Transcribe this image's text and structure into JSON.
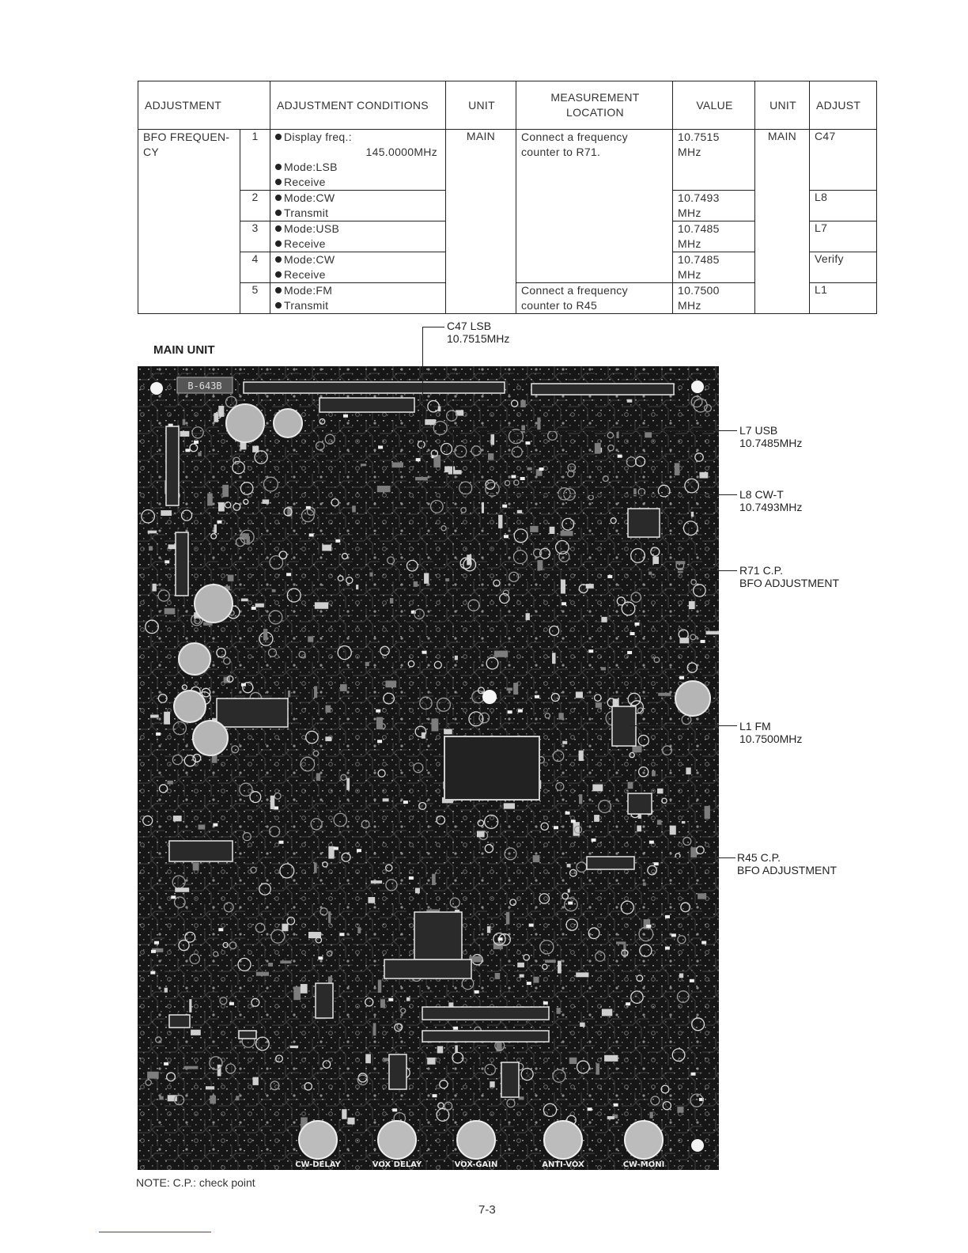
{
  "table": {
    "headers": {
      "adjustment": "ADJUSTMENT",
      "conditions": "ADJUSTMENT CONDITIONS",
      "unit": "UNIT",
      "measurement_line1": "MEASUREMENT",
      "measurement_line2": "LOCATION",
      "value": "VALUE",
      "unit2": "UNIT",
      "adjust": "ADJUST"
    },
    "adjustment_line1": "BFO FREQUEN-",
    "adjustment_line2": "CY",
    "unit_main": "MAIN",
    "unit2_main": "MAIN",
    "measurement_1_line1": "Connect a frequency",
    "measurement_1_line2": "counter to R71.",
    "measurement_5_line1": "Connect a frequency",
    "measurement_5_line2": "counter to R45",
    "rows": [
      {
        "num": "1",
        "conditions": [
          "Display freq.:",
          "145.0000MHz",
          "Mode:LSB",
          "Receive"
        ],
        "value_line1": "10.7515",
        "value_line2": "MHz",
        "adjust": "C47"
      },
      {
        "num": "2",
        "conditions": [
          "Mode:CW",
          "Transmit"
        ],
        "value_line1": "10.7493",
        "value_line2": "MHz",
        "adjust": "L8"
      },
      {
        "num": "3",
        "conditions": [
          "Mode:USB",
          "Receive"
        ],
        "value_line1": "10.7485",
        "value_line2": "MHz",
        "adjust": "L7"
      },
      {
        "num": "4",
        "conditions": [
          "Mode:CW",
          "Receive"
        ],
        "value_line1": "10.7485",
        "value_line2": "MHz",
        "adjust": "Verify"
      },
      {
        "num": "5",
        "conditions": [
          "Mode:FM",
          "Transmit"
        ],
        "value_line1": "10.7500",
        "value_line2": "MHz",
        "adjust": "L1"
      }
    ]
  },
  "section_title": "MAIN UNIT",
  "callouts": {
    "c47": {
      "label": "C47 LSB",
      "value": "10.7515MHz"
    },
    "l7": {
      "label": "L7 USB",
      "value": "10.7485MHz"
    },
    "l8": {
      "label": "L8 CW-T",
      "value": "10.7493MHz"
    },
    "r71": {
      "label": "R71 C.P.",
      "value": "BFO ADJUSTMENT"
    },
    "l1": {
      "label": "L1 FM",
      "value": "10.7500MHz"
    },
    "r45": {
      "label": "R45 C.P.",
      "value": "BFO ADJUSTMENT"
    }
  },
  "board_labels": {
    "board_id": "B-643B",
    "knobs": [
      "CW-DELAY",
      "VOX DELAY",
      "VOX-GAIN",
      "ANTI-VOX",
      "CW-MONI"
    ]
  },
  "note": "NOTE: C.P.: check point",
  "page_number": "7-3"
}
